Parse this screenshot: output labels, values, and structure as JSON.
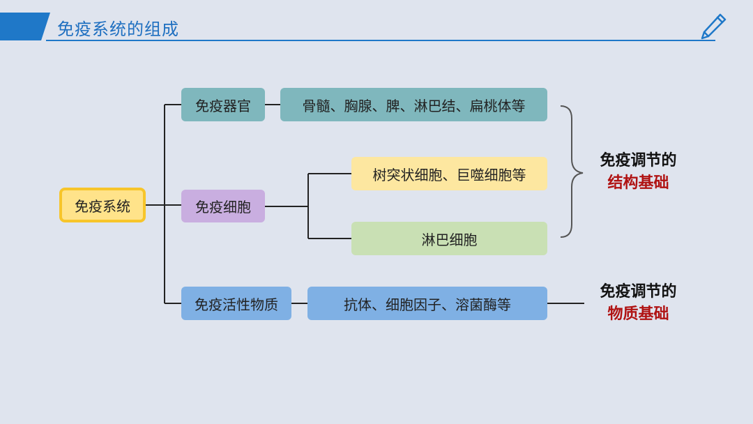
{
  "header": {
    "title": "免疫系统的组成",
    "icon": "pen-icon"
  },
  "diagram": {
    "root": "免疫系统",
    "organ": {
      "label": "免疫器官",
      "detail": "骨髓、胸腺、脾、淋巴结、扁桃体等"
    },
    "cell": {
      "label": "免疫细胞",
      "detail_1": "树突状细胞、巨噬细胞等",
      "detail_2": "淋巴细胞"
    },
    "substance": {
      "label": "免疫活性物质",
      "detail": "抗体、细胞因子、溶菌酶等"
    }
  },
  "notes": {
    "structure": {
      "line1": "免疫调节的",
      "line2": "结构基础"
    },
    "material": {
      "line1": "免疫调节的",
      "line2": "物质基础"
    }
  },
  "colors": {
    "accent": "#1f78c8",
    "root_fill": "#ffe38a",
    "root_border": "#f7c52a",
    "teal": "#7fb7bd",
    "purple": "#c9aee0",
    "yellow": "#fde7a0",
    "green": "#c9e0b4",
    "blue": "#7fb0e4",
    "highlight_red": "#b01212"
  }
}
